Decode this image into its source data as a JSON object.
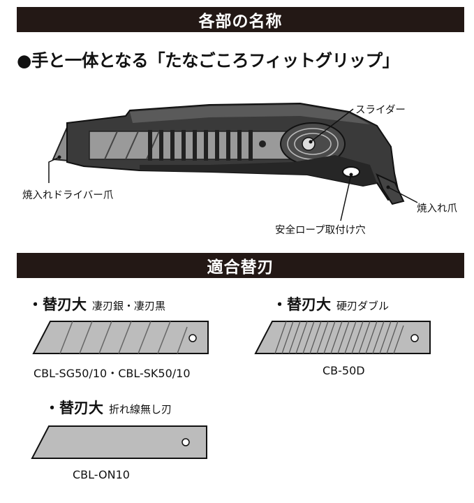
{
  "section_parts": {
    "title": "各部の名称"
  },
  "headline": "●手と一体となる「たなごころフィットグリップ」",
  "labels": {
    "slider": "スライダー",
    "driver_claw": "焼入れドライバー爪",
    "hardened_claw": "焼入れ爪",
    "rope_hole": "安全ロープ取付け穴"
  },
  "section_blades": {
    "title": "適合替刃"
  },
  "blades": [
    {
      "title": "・替刃大",
      "subtitle": "凄刃銀・凄刃黒",
      "code": "CBL-SG50/10・CBL-SK50/10"
    },
    {
      "title": "・替刃大",
      "subtitle": "硬刃ダブル",
      "code": "CB-50D"
    },
    {
      "title": "・替刃大",
      "subtitle": "折れ線無し刃",
      "code": "CBL-ON10"
    }
  ],
  "colors": {
    "banner_bg": "#231815",
    "blade_fill": "#bcbcbc",
    "body_dark": "#2f2f2f"
  }
}
